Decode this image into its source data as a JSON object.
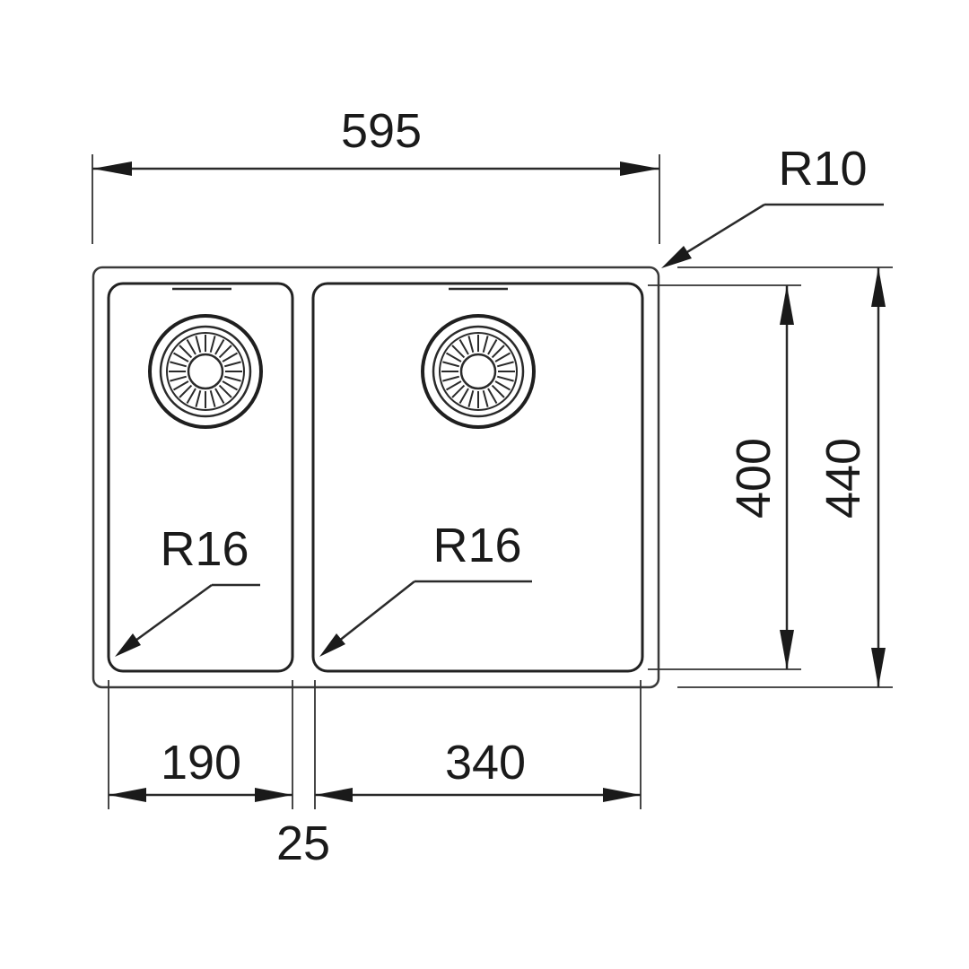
{
  "drawing": {
    "overall_width": "595",
    "corner_radius": "R10",
    "small_bowl_radius": "R16",
    "large_bowl_radius": "R16",
    "bowl_depth": "400",
    "overall_depth": "440",
    "small_bowl_width": "190",
    "large_bowl_width": "340",
    "divider_width": "25"
  },
  "colors": {
    "line": "#2a2a2a",
    "background": "#ffffff"
  }
}
